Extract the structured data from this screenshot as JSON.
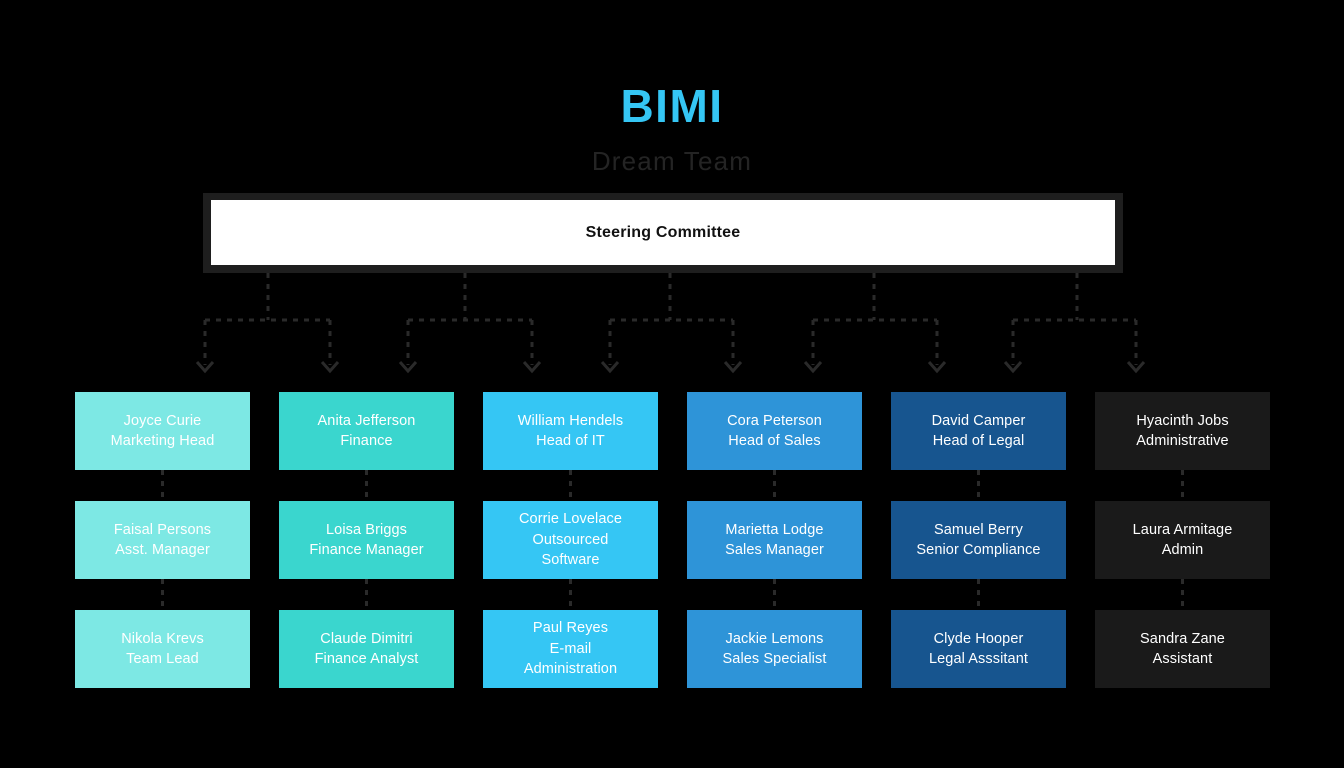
{
  "header": {
    "title": "BIMI",
    "subtitle": "Dream Team",
    "title_color": "#35c6f4",
    "subtitle_color": "#242424"
  },
  "root": {
    "label": "Steering Committee",
    "background": "#ffffff",
    "text_color": "#111111",
    "frame_color": "#1e1e1e"
  },
  "connector": {
    "color": "#2a2a2a",
    "style": "dashed",
    "arrow_count": 10
  },
  "columns": [
    {
      "name": "marketing",
      "color": "#7de8e4",
      "members": [
        {
          "name": "Joyce Curie",
          "role": "Marketing Head"
        },
        {
          "name": "Faisal Persons",
          "role": "Asst. Manager"
        },
        {
          "name": "Nikola Krevs",
          "role": "Team Lead"
        }
      ]
    },
    {
      "name": "finance",
      "color": "#3ad6ce",
      "members": [
        {
          "name": "Anita Jefferson",
          "role": "Finance"
        },
        {
          "name": "Loisa Briggs",
          "role": "Finance Manager"
        },
        {
          "name": "Claude Dimitri",
          "role": "Finance Analyst"
        }
      ]
    },
    {
      "name": "it",
      "color": "#35c6f4",
      "members": [
        {
          "name": "William Hendels",
          "role": "Head of IT"
        },
        {
          "name": "Corrie Lovelace",
          "role": "Outsourced",
          "role2": "Software"
        },
        {
          "name": "Paul Reyes",
          "role": "E-mail",
          "role2": "Administration"
        }
      ]
    },
    {
      "name": "sales",
      "color": "#2e94d8",
      "members": [
        {
          "name": "Cora Peterson",
          "role": "Head of Sales"
        },
        {
          "name": "Marietta Lodge",
          "role": "Sales Manager"
        },
        {
          "name": "Jackie Lemons",
          "role": "Sales Specialist"
        }
      ]
    },
    {
      "name": "legal",
      "color": "#17558f",
      "members": [
        {
          "name": "David Camper",
          "role": "Head of Legal"
        },
        {
          "name": "Samuel Berry",
          "role": "Senior Compliance"
        },
        {
          "name": "Clyde Hooper",
          "role": "Legal Asssitant"
        }
      ]
    },
    {
      "name": "administrative",
      "color": "#1a1a1a",
      "members": [
        {
          "name": "Hyacinth Jobs",
          "role": "Administrative"
        },
        {
          "name": "Laura Armitage",
          "role": "Admin"
        },
        {
          "name": "Sandra Zane",
          "role": "Assistant"
        }
      ]
    }
  ]
}
